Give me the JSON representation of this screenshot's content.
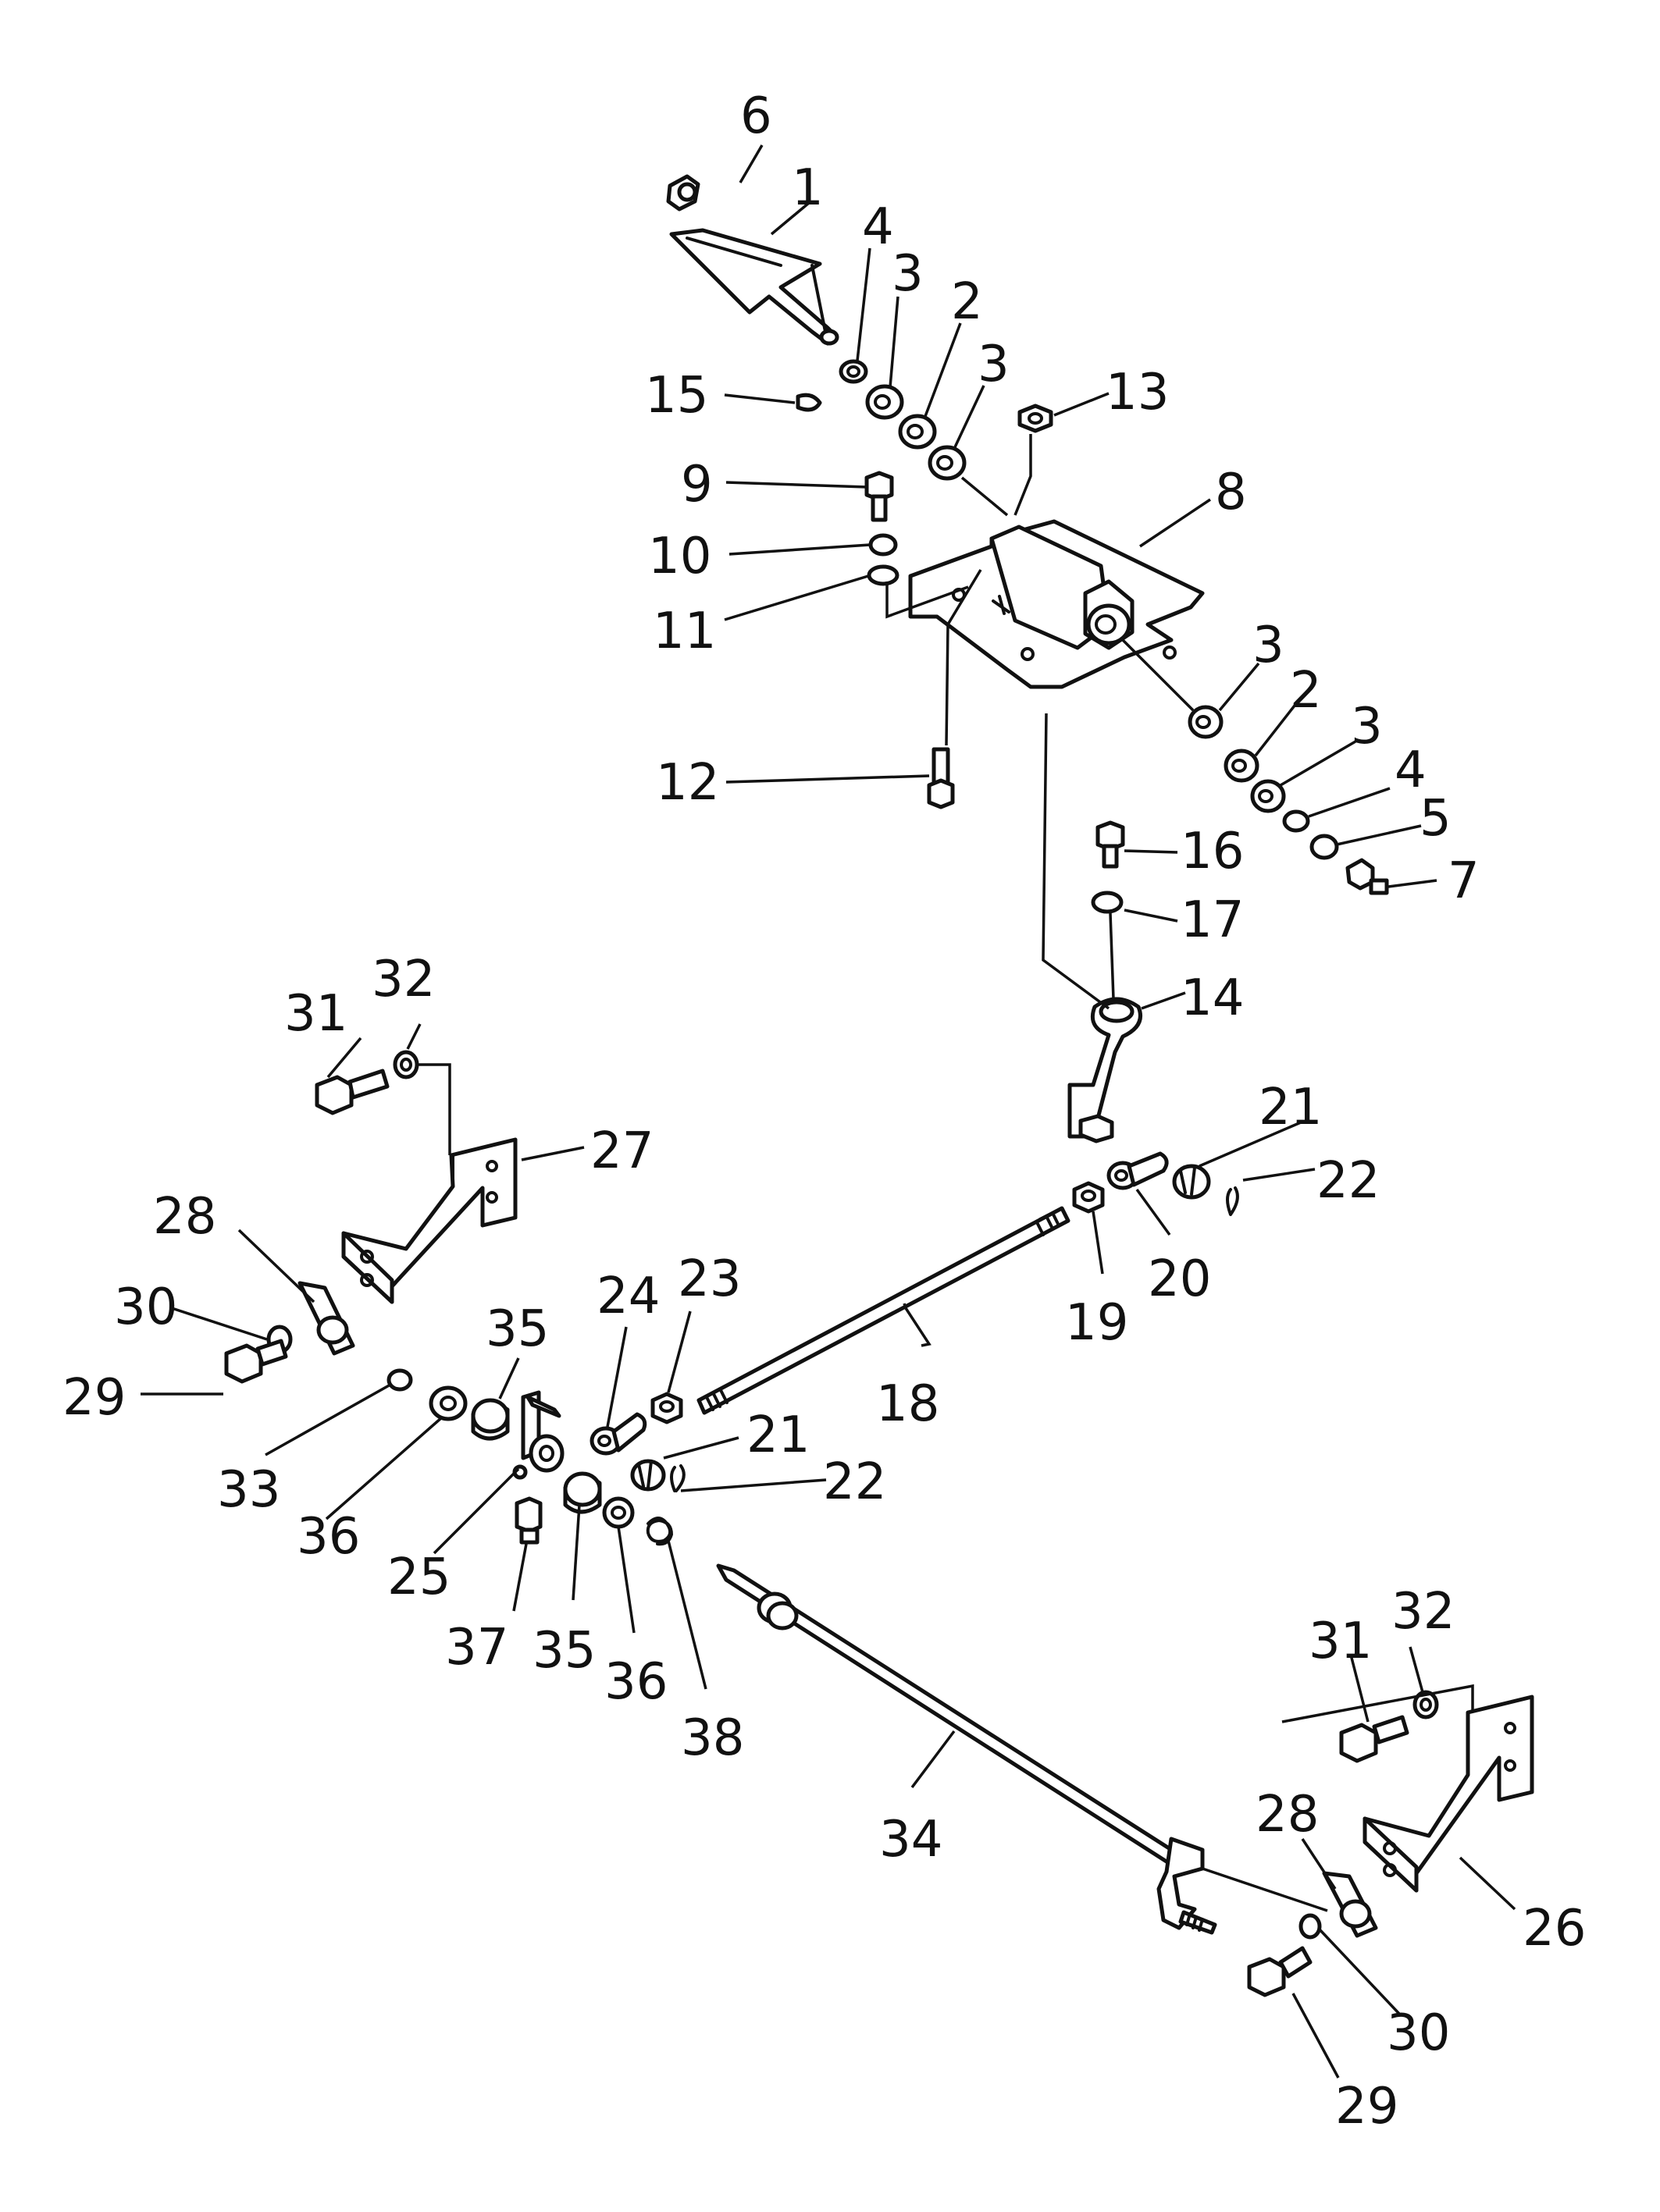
{
  "callouts": [
    {
      "id": "c1",
      "text": "1"
    },
    {
      "id": "c6",
      "text": "6"
    },
    {
      "id": "c4a",
      "text": "4"
    },
    {
      "id": "c3a",
      "text": "3"
    },
    {
      "id": "c2a",
      "text": "2"
    },
    {
      "id": "c3b",
      "text": "3"
    },
    {
      "id": "c13",
      "text": "13"
    },
    {
      "id": "c15",
      "text": "15"
    },
    {
      "id": "c9",
      "text": "9"
    },
    {
      "id": "c8",
      "text": "8"
    },
    {
      "id": "c10",
      "text": "10"
    },
    {
      "id": "c11",
      "text": "11"
    },
    {
      "id": "c3c",
      "text": "3"
    },
    {
      "id": "c2b",
      "text": "2"
    },
    {
      "id": "c3d",
      "text": "3"
    },
    {
      "id": "c12",
      "text": "12"
    },
    {
      "id": "c4b",
      "text": "4"
    },
    {
      "id": "c5",
      "text": "5"
    },
    {
      "id": "c16",
      "text": "16"
    },
    {
      "id": "c7",
      "text": "7"
    },
    {
      "id": "c17",
      "text": "17"
    },
    {
      "id": "c14",
      "text": "14"
    },
    {
      "id": "c31a",
      "text": "31"
    },
    {
      "id": "c32a",
      "text": "32"
    },
    {
      "id": "c27",
      "text": "27"
    },
    {
      "id": "c21a",
      "text": "21"
    },
    {
      "id": "c22a",
      "text": "22"
    },
    {
      "id": "c28a",
      "text": "28"
    },
    {
      "id": "c20",
      "text": "20"
    },
    {
      "id": "c19",
      "text": "19"
    },
    {
      "id": "c30a",
      "text": "30"
    },
    {
      "id": "c24",
      "text": "24"
    },
    {
      "id": "c23",
      "text": "23"
    },
    {
      "id": "c35a",
      "text": "35"
    },
    {
      "id": "c18",
      "text": "18"
    },
    {
      "id": "c29a",
      "text": "29"
    },
    {
      "id": "c21b",
      "text": "21"
    },
    {
      "id": "c22b",
      "text": "22"
    },
    {
      "id": "c33",
      "text": "33"
    },
    {
      "id": "c36a",
      "text": "36"
    },
    {
      "id": "c25",
      "text": "25"
    },
    {
      "id": "c37",
      "text": "37"
    },
    {
      "id": "c35b",
      "text": "35"
    },
    {
      "id": "c36b",
      "text": "36"
    },
    {
      "id": "c38",
      "text": "38"
    },
    {
      "id": "c31b",
      "text": "31"
    },
    {
      "id": "c32b",
      "text": "32"
    },
    {
      "id": "c34",
      "text": "34"
    },
    {
      "id": "c28b",
      "text": "28"
    },
    {
      "id": "c26",
      "text": "26"
    },
    {
      "id": "c30b",
      "text": "30"
    },
    {
      "id": "c29b",
      "text": "29"
    }
  ]
}
